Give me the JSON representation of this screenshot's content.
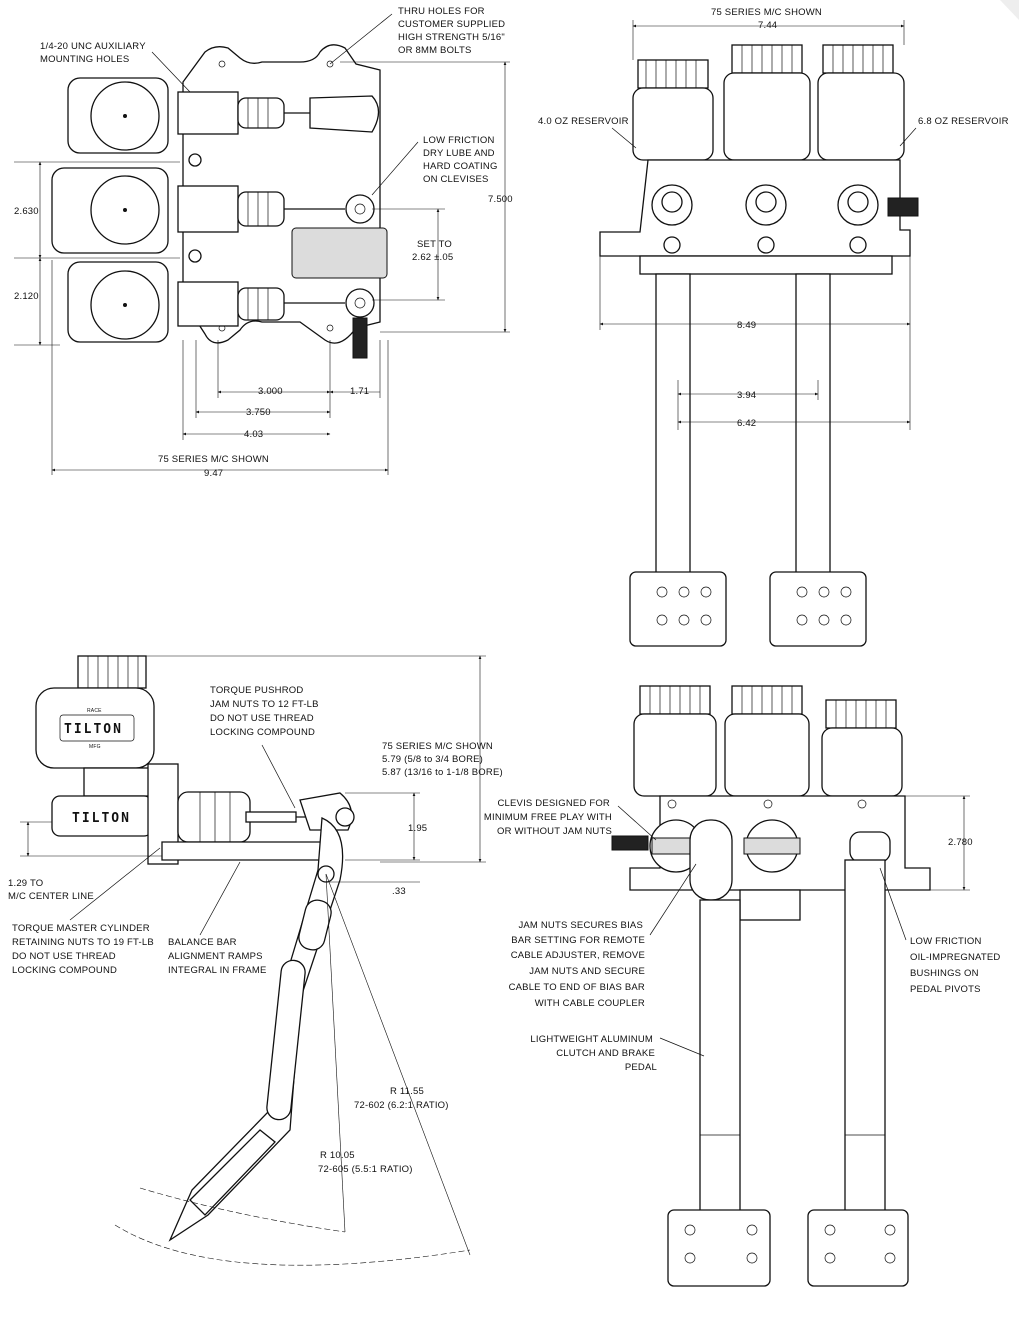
{
  "top_left": {
    "callouts": {
      "aux_holes": [
        "1/4-20 UNC AUXILIARY",
        "MOUNTING HOLES"
      ],
      "thru_holes": [
        "THRU HOLES FOR",
        "CUSTOMER SUPPLIED",
        "HIGH STRENGTH 5/16\"",
        "OR 8MM BOLTS"
      ],
      "low_friction": [
        "LOW FRICTION",
        "DRY LUBE AND",
        "HARD COATING",
        "ON CLEVISES"
      ],
      "set_to": [
        "SET TO",
        "2.62 ±.05"
      ]
    },
    "dims": {
      "d2630": "2.630",
      "d2120": "2.120",
      "d7500": "7.500",
      "d3000": "3.000",
      "d171": "1.71",
      "d3750": "3.750",
      "d403": "4.03",
      "overall_label": "75 SERIES M/C SHOWN",
      "overall_value": "9.47"
    }
  },
  "top_right": {
    "callouts": {
      "series": "75 SERIES M/C SHOWN",
      "reservoir_4oz": "4.0 OZ RESERVOIR",
      "reservoir_68oz": "6.8 OZ RESERVOIR"
    },
    "dims": {
      "d744": "7.44",
      "d849": "8.49",
      "d394": "3.94",
      "d642": "6.42"
    }
  },
  "bottom_left": {
    "logo": "TILTON",
    "logo_small": "RACE",
    "logo_small2": "MFG",
    "callouts": {
      "torque_pushrod": [
        "TORQUE PUSHROD",
        "JAM NUTS TO 12 FT-LB",
        "DO NOT USE THREAD",
        "LOCKING COMPOUND"
      ],
      "series_bore": [
        "75 SERIES M/C SHOWN",
        "5.79  (5/8 to 3/4 BORE)",
        "5.87 (13/16 to 1-1/8 BORE)"
      ],
      "center_line": [
        "1.29   TO",
        "M/C CENTER LINE"
      ],
      "retaining_nuts": [
        "TORQUE MASTER CYLINDER",
        "RETAINING NUTS TO 19 FT-LB",
        "DO NOT USE THREAD",
        "LOCKING COMPOUND"
      ],
      "balance_bar": [
        "BALANCE BAR",
        "ALIGNMENT RAMPS",
        "INTEGRAL IN FRAME"
      ],
      "r1155": [
        "R  11.55",
        "72-602 (6.2:1 RATIO)"
      ],
      "r1005": [
        "R  10.05",
        "72-605 (5.5:1 RATIO)"
      ]
    },
    "dims": {
      "d195": "1.95",
      "d33": ".33"
    }
  },
  "bottom_right": {
    "callouts": {
      "clevis": [
        "CLEVIS DESIGNED FOR",
        "MINIMUM FREE PLAY WITH",
        "OR WITHOUT JAM NUTS"
      ],
      "jam_nuts": [
        "JAM NUTS SECURES BIAS",
        "BAR SETTING FOR REMOTE",
        "CABLE ADJUSTER, REMOVE",
        "JAM NUTS AND SECURE",
        "CABLE TO END OF BIAS BAR",
        "WITH CABLE COUPLER"
      ],
      "bushings": [
        "LOW FRICTION",
        "OIL-IMPREGNATED",
        "BUSHINGS ON",
        "PEDAL PIVOTS"
      ],
      "pedal": [
        "LIGHTWEIGHT ALUMINUM",
        "CLUTCH AND BRAKE",
        "PEDAL"
      ]
    },
    "dims": {
      "d2780": "2.780"
    }
  }
}
